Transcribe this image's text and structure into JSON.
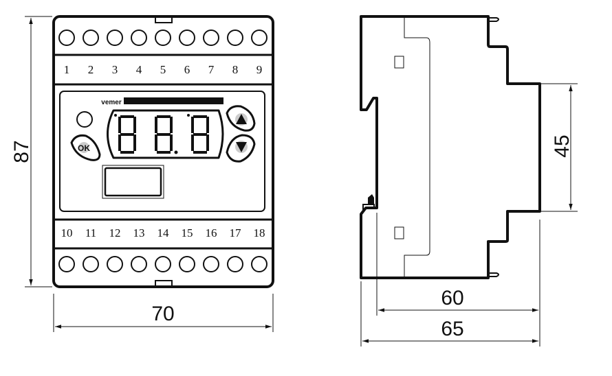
{
  "front_view": {
    "terminals_top": [
      "1",
      "2",
      "3",
      "4",
      "5",
      "6",
      "7",
      "8",
      "9"
    ],
    "terminals_bottom": [
      "10",
      "11",
      "12",
      "13",
      "14",
      "15",
      "16",
      "17",
      "18"
    ],
    "brand_logo": "vemer",
    "ok_button_label": "OK",
    "up_button_icon": "triangle-up-icon",
    "down_button_icon": "triangle-down-icon"
  },
  "dimensions": {
    "height": "87",
    "width": "70",
    "din_width": "45",
    "depth_inner": "60",
    "depth_total": "65"
  }
}
